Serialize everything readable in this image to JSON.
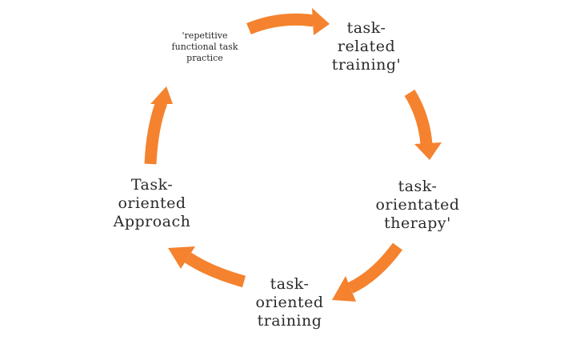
{
  "colors": {
    "arrow": "#f5822e",
    "text": "#2a2a2a"
  },
  "nodes": {
    "repetitive": {
      "lines": [
        "'repetitive",
        "functional task",
        "practice"
      ]
    },
    "task_related": {
      "lines": [
        "task-",
        "related",
        "training'"
      ]
    },
    "task_orientated": {
      "lines": [
        "task-",
        "orientated",
        "therapy'"
      ]
    },
    "task_oriented_training": {
      "lines": [
        "task-",
        "oriented",
        "training"
      ]
    },
    "task_oriented_approach": {
      "lines": [
        "Task-",
        "oriented",
        "Approach"
      ]
    }
  }
}
